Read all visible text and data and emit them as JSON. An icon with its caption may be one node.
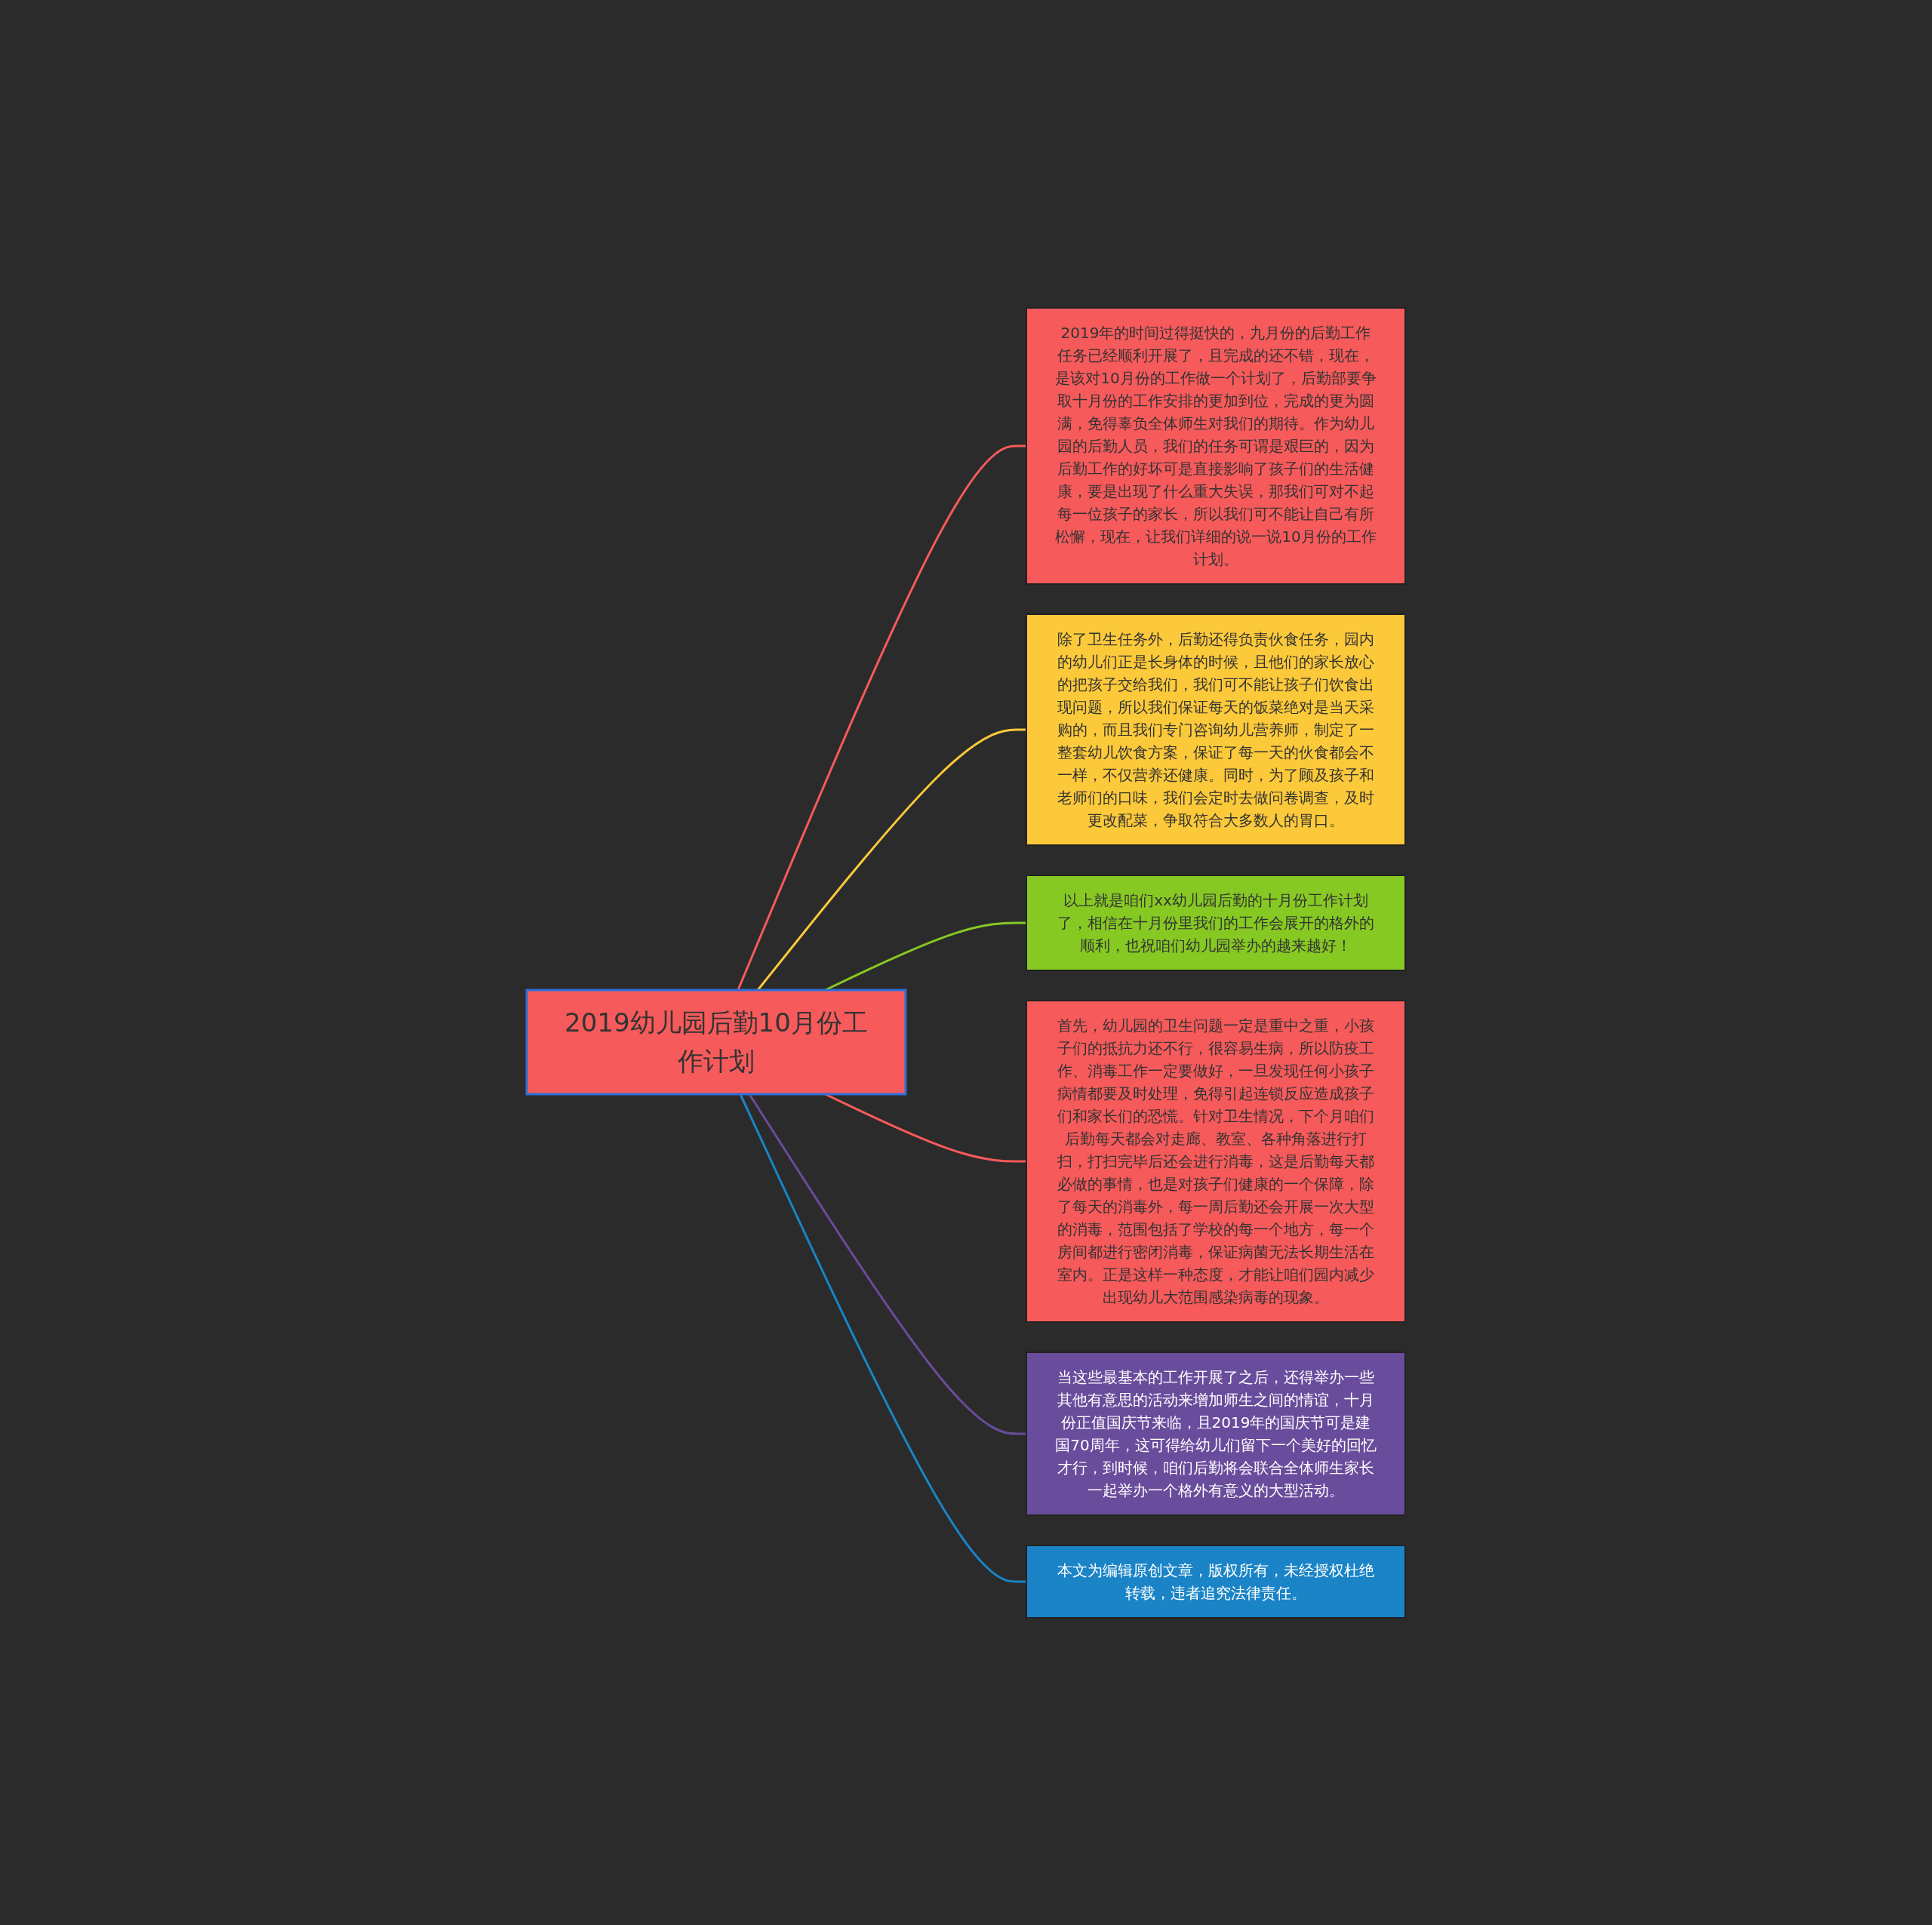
{
  "diagram": {
    "nodes": [
      {
        "text": [
          "2019幼儿园后勤10月份工作计划"
        ]
      },
      {
        "text": [
          "2019年的时间过得挺快的，九月份的后勤工作任务已经顺利开展了，且完成的还不错，现在，是该对10月份的工作做一个计划了，后勤部要争取十月份的工作安排的更加到位，完成的更为圆满，免得辜负全体师生对我们的期待。作为幼儿园的后勤人员，我们的任务可谓是艰巨的，因为后勤工作的好坏可是直接影响了孩子们的生活健康，要是出现了什么重大失误，那我们可对不起每一位孩子的家长，所以我们可不能让自己有所松懈，现在，让我们详细的说一说10月份的工作计划。"
        ]
      },
      {
        "text": [
          "除了卫生任务外，后勤还得负责伙食任务，园内的幼儿们正是长身体的时候，且他们的家长放心的把孩子交给我们，我们可不能让孩子们饮食出现问题，所以我们保证每天的饭菜绝对是当天采购的，而且我们专门咨询幼儿营养师，制定了一整套幼儿饮食方案，保证了每一天的伙食都会不一样，不仅营养还健康。同时，为了顾及孩子和老师们的口味，我们会定时去做问卷调查，及时更改配菜，争取符合大多数人的胃口。"
        ]
      },
      {
        "text": [
          "以上就是咱们xx幼儿园后勤的十月份工作计划了，相信在十月份里我们的工作会展开的格外的顺利，也祝咱们幼儿园举办的越来越好！"
        ]
      },
      {
        "text": [
          "首先，幼儿园的卫生问题一定是重中之重，小孩子们的抵抗力还不行，很容易生病，所以防疫工作、消毒工作一定要做好，一旦发现任何小孩子病情都要及时处理，免得引起连锁反应造成孩子们和家长们的恐慌。针对卫生情况，下个月咱们后勤每天都会对走廊、教室、各种角落进行打扫，打扫完毕后还会进行消毒，这是后勤每天都必做的事情，也是对孩子们健康的一个保障，除了每天的消毒外，每一周后勤还会开展一次大型的消毒，范围包括了学校的每一个地方，每一个房间都进行密闭消毒，保证病菌无法长期生活在室内。正是这样一种态度，才能让咱们园内减少出现幼儿大范围感染病毒的现象。"
        ]
      },
      {
        "text": [
          "当这些最基本的工作开展了之后，还得举办一些其他有意思的活动来增加师生之间的情谊，十月份正值国庆节来临，且2019年的国庆节可是建国70周年，这可得给幼儿们留下一个美好的回忆才行，到时候，咱们后勤将会联合全体师生家长一起举办一个格外有意义的大型活动。"
        ]
      },
      {
        "text": [
          "本文为编辑原创文章，版权所有，未经授权杜绝转载，违者追究法律责任。"
        ]
      }
    ],
    "edges": [
      {
        "from": 0,
        "to": 1,
        "arrow": "none",
        "color": "#f65a5b"
      },
      {
        "from": 0,
        "to": 2,
        "arrow": "none",
        "color": "#fcc93a"
      },
      {
        "from": 0,
        "to": 3,
        "arrow": "none",
        "color": "#86c923"
      },
      {
        "from": 0,
        "to": 4,
        "arrow": "none",
        "color": "#f65a5b"
      },
      {
        "from": 0,
        "to": 5,
        "arrow": "none",
        "color": "#6a4c9c"
      },
      {
        "from": 0,
        "to": 6,
        "arrow": "none",
        "color": "#1a84c7"
      }
    ]
  }
}
